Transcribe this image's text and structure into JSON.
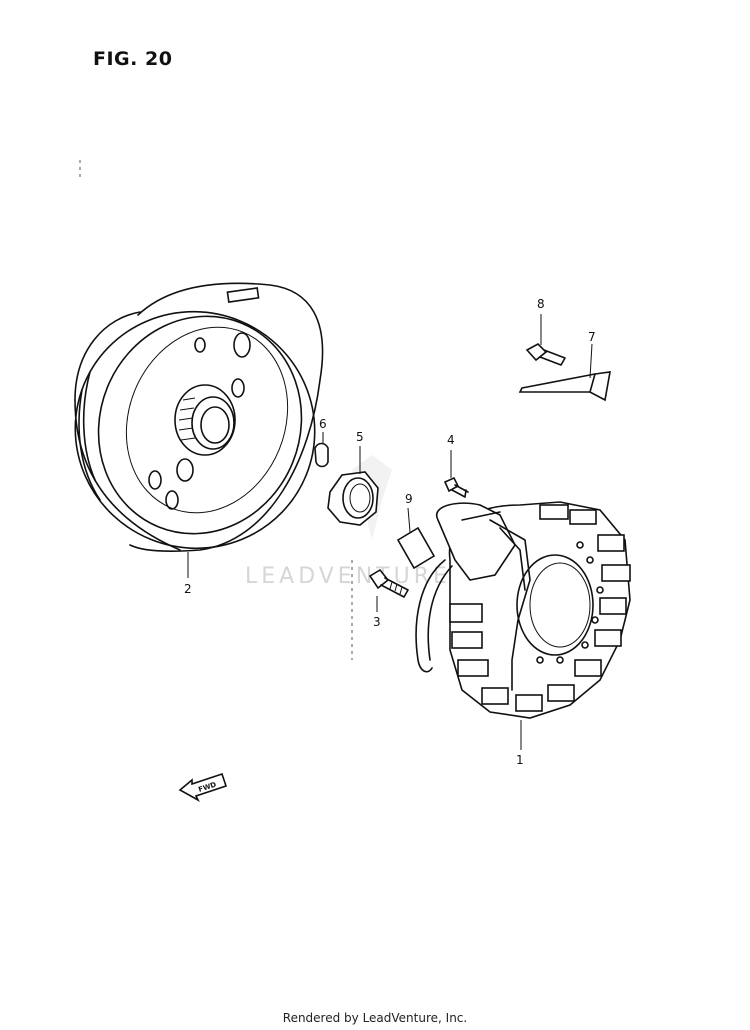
{
  "figure_title": "FIG. 20",
  "callouts": [
    {
      "id": "1",
      "label": "1"
    },
    {
      "id": "2",
      "label": "2"
    },
    {
      "id": "3",
      "label": "3"
    },
    {
      "id": "4",
      "label": "4"
    },
    {
      "id": "5",
      "label": "5"
    },
    {
      "id": "6",
      "label": "6"
    },
    {
      "id": "7",
      "label": "7"
    },
    {
      "id": "8",
      "label": "8"
    },
    {
      "id": "9",
      "label": "9"
    }
  ],
  "fwd_label": "FWD",
  "watermark": "LEADVENTURE",
  "footer": "Rendered by LeadVenture, Inc."
}
